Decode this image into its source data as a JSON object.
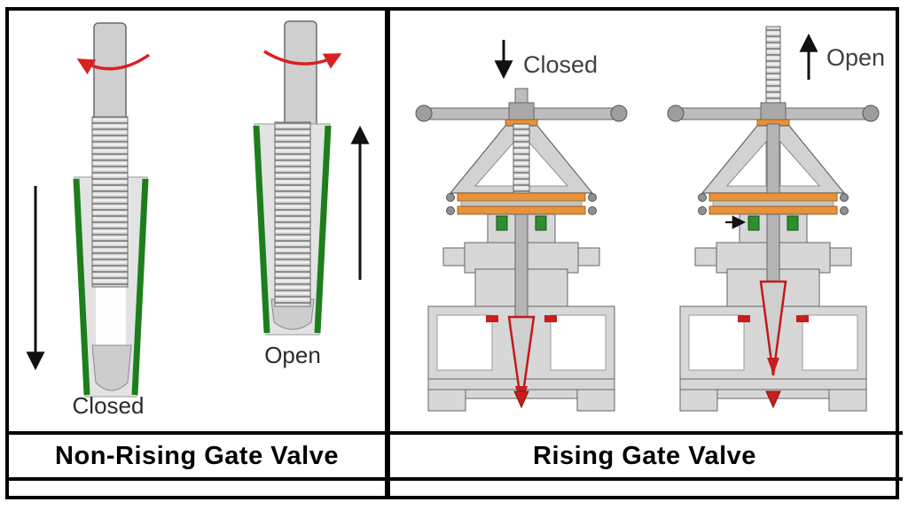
{
  "panels": {
    "left": {
      "caption": "Non-Rising Gate Valve",
      "closed_label": "Closed",
      "open_label": "Open"
    },
    "right": {
      "caption": "Rising Gate Valve",
      "closed_label": "Closed",
      "open_label": "Open"
    }
  },
  "colors": {
    "sleeve_green": "#1c7f1c",
    "rotation_red": "#d92121",
    "flange_orange": "#e8923a",
    "wedge_red": "#c81e1e",
    "metal_gray": "#cfcfcf",
    "line_black": "#000000"
  }
}
